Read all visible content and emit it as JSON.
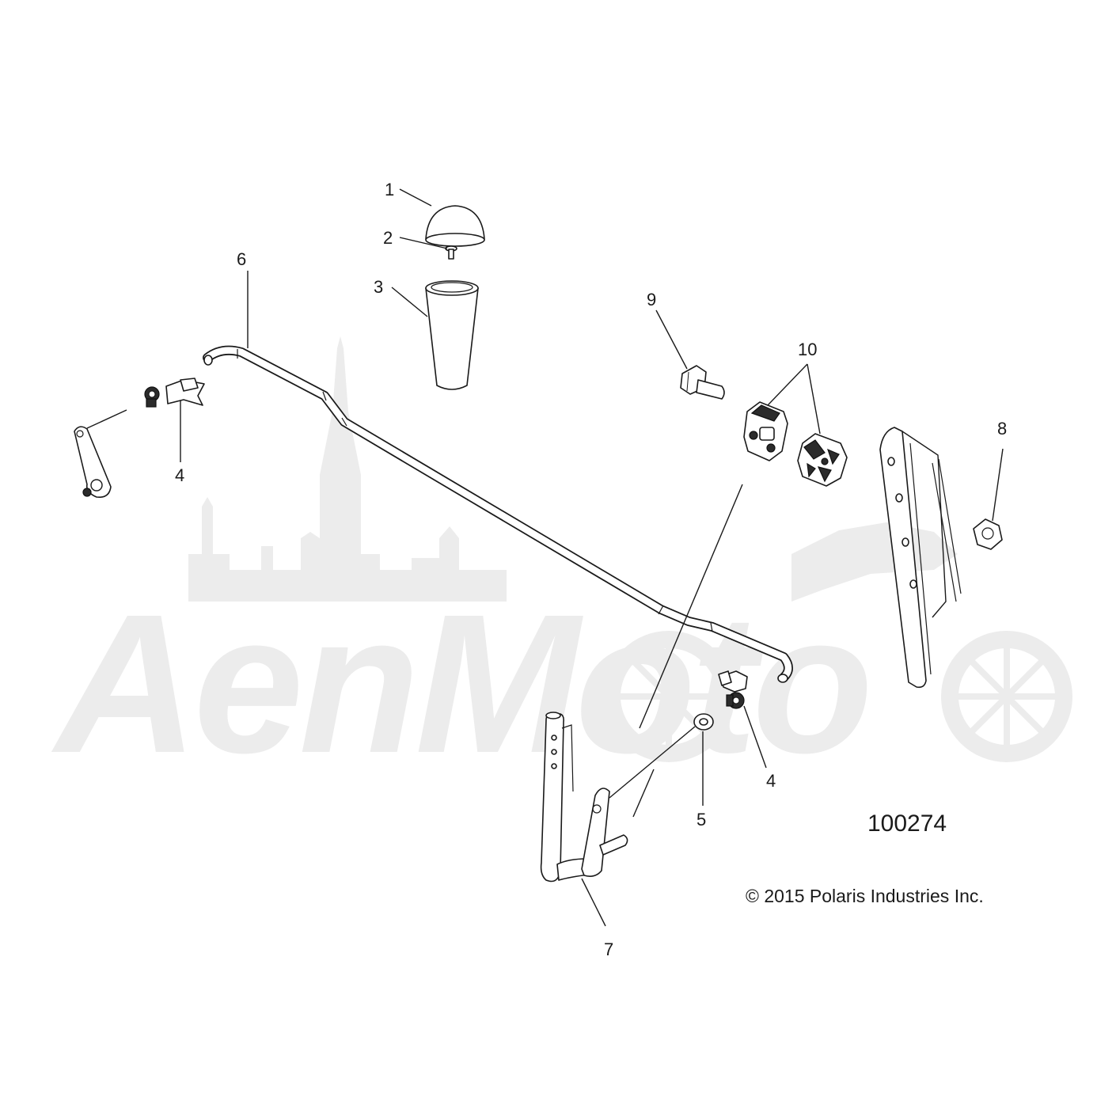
{
  "diagram": {
    "reference_number": "100274",
    "copyright": "© 2015 Polaris Industries Inc.",
    "watermark_text": "AenMoto",
    "callouts": [
      {
        "id": "c1",
        "label": "1"
      },
      {
        "id": "c2",
        "label": "2"
      },
      {
        "id": "c3",
        "label": "3"
      },
      {
        "id": "c4a",
        "label": "4"
      },
      {
        "id": "c4b",
        "label": "4"
      },
      {
        "id": "c5",
        "label": "5"
      },
      {
        "id": "c6",
        "label": "6"
      },
      {
        "id": "c7",
        "label": "7"
      },
      {
        "id": "c8",
        "label": "8"
      },
      {
        "id": "c9",
        "label": "9"
      },
      {
        "id": "c10",
        "label": "10"
      }
    ]
  }
}
